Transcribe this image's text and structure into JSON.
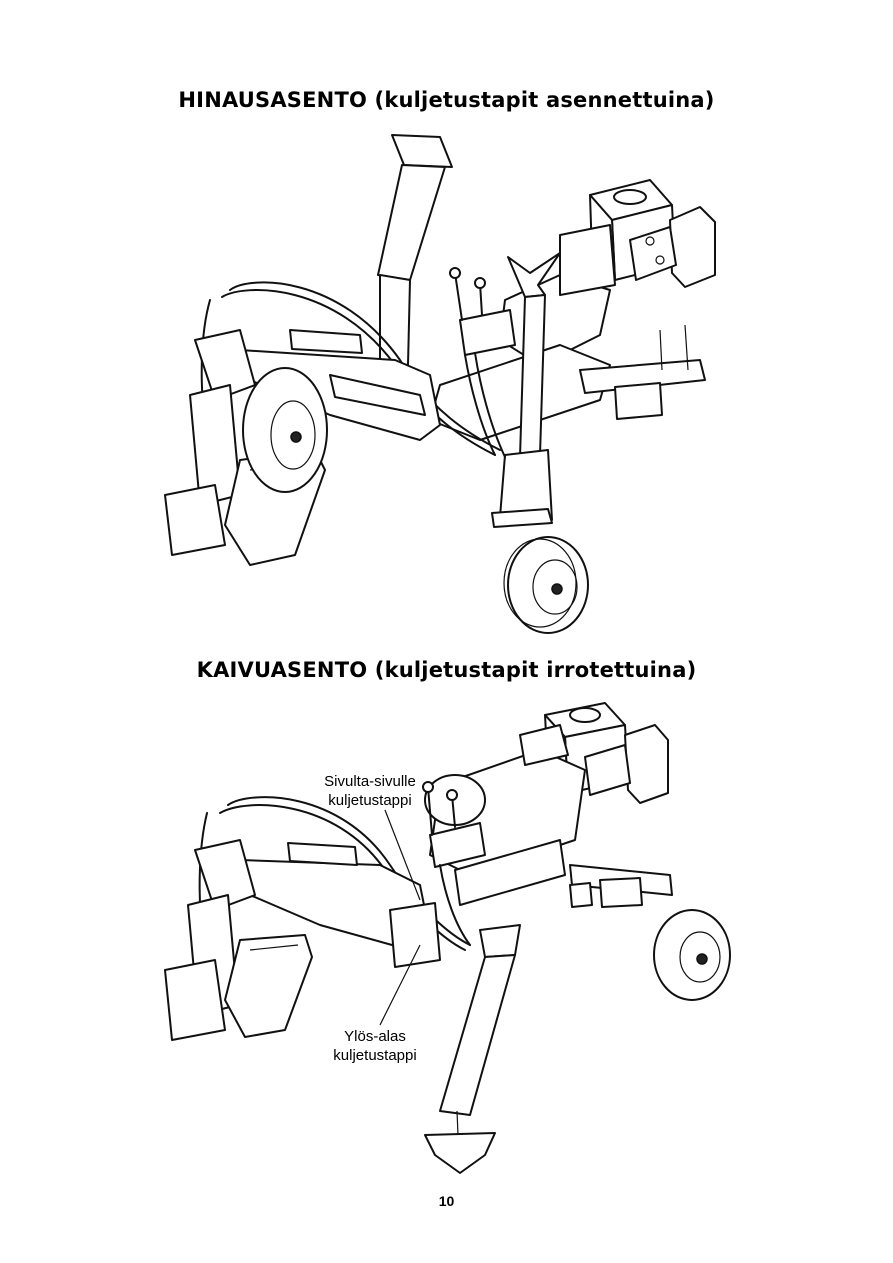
{
  "section1": {
    "title_main": "HINAUSASENTO",
    "title_sub": "(kuljetustapit asennettuina)"
  },
  "section2": {
    "title_main": "KAIVUASENTO",
    "title_sub": "(kuljetustapit irrotettuina)",
    "callout_side_line1": "Sivulta-sivulle",
    "callout_side_line2": "kuljetustappi",
    "callout_updown_line1": "Ylös-alas",
    "callout_updown_line2": "kuljetustappi"
  },
  "page_number": "10"
}
